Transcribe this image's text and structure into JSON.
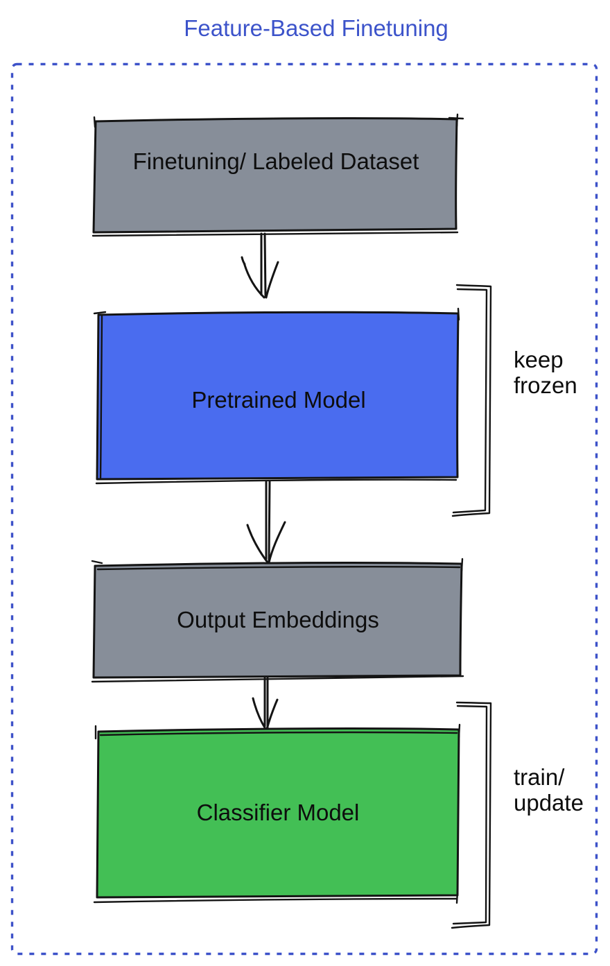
{
  "title": {
    "text": "Feature-Based Finetuning",
    "color": "#3C53CA"
  },
  "frame": {
    "style": "dotted",
    "border_color": "#3D52C9"
  },
  "boxes": [
    {
      "id": "finetuning-dataset",
      "label": "Finetuning/ Labeled Dataset",
      "fill": "#878E99"
    },
    {
      "id": "pretrained-model",
      "label": "Pretrained Model",
      "fill": "#4A6CEF"
    },
    {
      "id": "output-embeddings",
      "label": "Output Embeddings",
      "fill": "#878E99"
    },
    {
      "id": "classifier-model",
      "label": "Classifier Model",
      "fill": "#43BF55"
    }
  ],
  "annotations": [
    {
      "target": "pretrained-model",
      "line1": "keep",
      "line2": "frozen"
    },
    {
      "target": "classifier-model",
      "line1": "train/",
      "line2": "update"
    }
  ],
  "stroke_color": "#141414",
  "text_color": "#0D0D0D"
}
